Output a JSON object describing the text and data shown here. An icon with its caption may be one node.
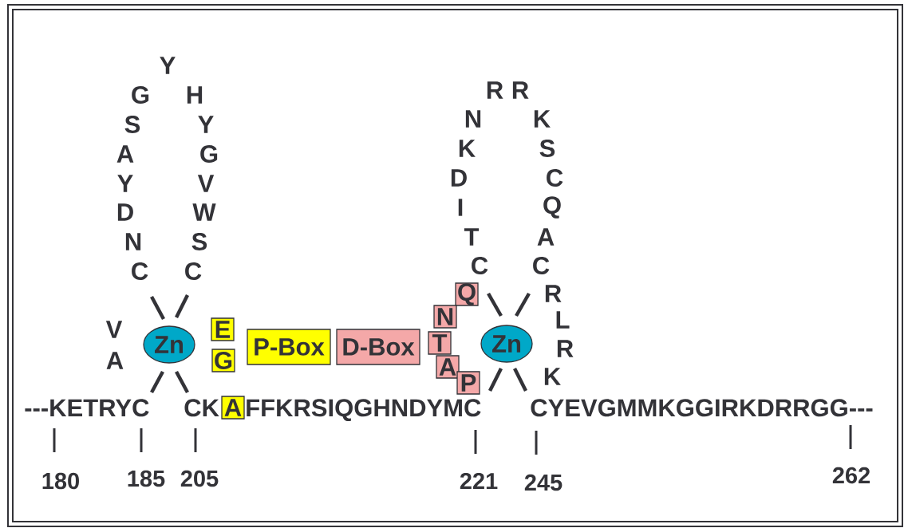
{
  "diagram": {
    "nodes": [
      {
        "text": [
          "Zn"
        ]
      },
      {
        "text": [
          "E"
        ]
      },
      {
        "text": [
          "G"
        ]
      },
      {
        "text": [
          "P-Box"
        ]
      },
      {
        "text": [
          "D-Box"
        ]
      },
      {
        "text": [
          "Q"
        ]
      },
      {
        "text": [
          "N"
        ]
      },
      {
        "text": [
          "T"
        ]
      },
      {
        "text": [
          "A"
        ]
      },
      {
        "text": [
          "P"
        ]
      },
      {
        "text": [
          "Zn"
        ]
      },
      {
        "text": [
          "A"
        ]
      }
    ],
    "labels": [
      "Y",
      "G",
      "H",
      "S",
      "Y",
      "A",
      "G",
      "Y",
      "V",
      "D",
      "W",
      "N",
      "S",
      "C",
      "C",
      "V",
      "A",
      "R",
      "R",
      "N",
      "K",
      "K",
      "S",
      "D",
      "C",
      "I",
      "Q",
      "T",
      "A",
      "C",
      "C",
      "R",
      "L",
      "R",
      "K",
      "---KETRYC",
      "CK",
      "FFKRSIQGHNDYMC",
      "CYEVGMMKGGIRKDRRGG---",
      "180",
      "185",
      "205",
      "221",
      "245",
      "262"
    ]
  }
}
